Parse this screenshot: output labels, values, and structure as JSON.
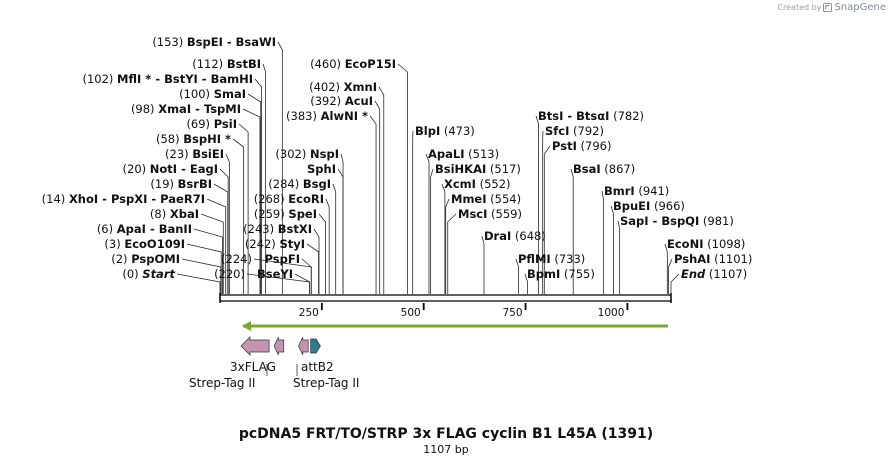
{
  "header": {
    "credit_prefix": "Created by",
    "credit_brand": "SnapGene"
  },
  "map": {
    "title": "pcDNA5 FRT/TO/STRP 3x FLAG cyclin B1 L45A (1391)",
    "length_label": "1107 bp",
    "total_bp": 1107,
    "ruler_ticks": [
      {
        "pos": 250,
        "label": "250"
      },
      {
        "pos": 500,
        "label": "500"
      },
      {
        "pos": 750,
        "label": "750"
      },
      {
        "pos": 1000,
        "label": "1000"
      }
    ],
    "colors": {
      "orf": "#78a82a",
      "flag": "#c493b0",
      "attb": "#2b7c8f",
      "leader": "#2a2a2a"
    },
    "sites": [
      {
        "text": "(153)  BspEI  - BsaWI",
        "pos": 153
      },
      {
        "text": "(112)  BstBI",
        "pos": 112
      },
      {
        "text": "(102)  MflI * - BstYI  - BamHI",
        "pos": 102
      },
      {
        "text": "(100)  SmaI",
        "pos": 100
      },
      {
        "text": "(98)  XmaI  - TspMI",
        "pos": 98
      },
      {
        "text": "(69)  PsiI",
        "pos": 69
      },
      {
        "text": "(58)  BspHI *",
        "pos": 58
      },
      {
        "text": "(23)  BsiEI",
        "pos": 23
      },
      {
        "text": "(20)  NotI  - EagI",
        "pos": 20
      },
      {
        "text": "(19)  BsrBI",
        "pos": 19
      },
      {
        "text": "(14)  XhoI  - PspXI  - PaeR7I",
        "pos": 14
      },
      {
        "text": "(8)  XbaI",
        "pos": 8
      },
      {
        "text": "(6)  ApaI  - BanII",
        "pos": 6
      },
      {
        "text": "(3)  EcoO109I",
        "pos": 3
      },
      {
        "text": "(2)  PspOMI",
        "pos": 2
      },
      {
        "text": "(0)  Start",
        "pos": 0
      },
      {
        "text": "(224)",
        "pos": 224
      },
      {
        "text": "(220)",
        "pos": 220
      },
      {
        "text": "(302)  NspI",
        "pos": 302
      },
      {
        "text": "SphI",
        "pos": 302
      },
      {
        "text": "(284)  BsgI",
        "pos": 284
      },
      {
        "text": "(268)  EcoRI",
        "pos": 268
      },
      {
        "text": "(259)  SpeI",
        "pos": 259
      },
      {
        "text": "(243)  BstXI",
        "pos": 243
      },
      {
        "text": "(242)  StyI",
        "pos": 242
      },
      {
        "text": "PspFI",
        "pos": 224
      },
      {
        "text": "BseYI",
        "pos": 220
      },
      {
        "text": "(460)  EcoP15I",
        "pos": 460
      },
      {
        "text": "(402)  XmnI",
        "pos": 402
      },
      {
        "text": "(392)  AcuI",
        "pos": 392
      },
      {
        "text": "(383)  AlwNI *",
        "pos": 383
      },
      {
        "text": "BlpI  (473)",
        "pos": 473
      },
      {
        "text": "ApaLI  (513)",
        "pos": 513
      },
      {
        "text": "BsiHKAI  (517)",
        "pos": 517
      },
      {
        "text": "XcmI  (552)",
        "pos": 552
      },
      {
        "text": "MmeI  (554)",
        "pos": 554
      },
      {
        "text": "MscI  (559)",
        "pos": 559
      },
      {
        "text": "DraI  (648)",
        "pos": 648
      },
      {
        "text": "BtsI  - BtsαI  (782)",
        "pos": 782
      },
      {
        "text": "SfcI  (792)",
        "pos": 792
      },
      {
        "text": "PstI  (796)",
        "pos": 796
      },
      {
        "text": "BsaI  (867)",
        "pos": 867
      },
      {
        "text": "PflMI  (733)",
        "pos": 733
      },
      {
        "text": "BpmI  (755)",
        "pos": 755
      },
      {
        "text": "BmrI  (941)",
        "pos": 941
      },
      {
        "text": "BpuEI  (966)",
        "pos": 966
      },
      {
        "text": "SapI  - BspQI  (981)",
        "pos": 981
      },
      {
        "text": "EcoNI  (1098)",
        "pos": 1098
      },
      {
        "text": "PshAI  (1101)",
        "pos": 1101
      },
      {
        "text": "End  (1107)",
        "pos": 1107
      }
    ],
    "features": [
      {
        "name": "3xFLAG",
        "start": 27,
        "end": 96,
        "direction": "reverse",
        "color_key": "flag"
      },
      {
        "name": "Strep-Tag II",
        "start": 108,
        "end": 132,
        "direction": "reverse",
        "color_key": "flag"
      },
      {
        "name": "Strep-Tag II",
        "start": 168,
        "end": 192,
        "direction": "reverse",
        "color_key": "flag"
      },
      {
        "name": "attB2",
        "start": 198,
        "end": 222,
        "direction": "forward",
        "color_key": "attb"
      }
    ],
    "orf": {
      "start": 27,
      "end": 1107,
      "direction": "reverse"
    },
    "feature_labels": [
      {
        "text": "3xFLAG",
        "for": 0
      },
      {
        "text": "Strep-Tag II",
        "for": 1
      },
      {
        "text": "attB2",
        "for": 3
      },
      {
        "text": "Strep-Tag II",
        "for": 2
      }
    ]
  }
}
